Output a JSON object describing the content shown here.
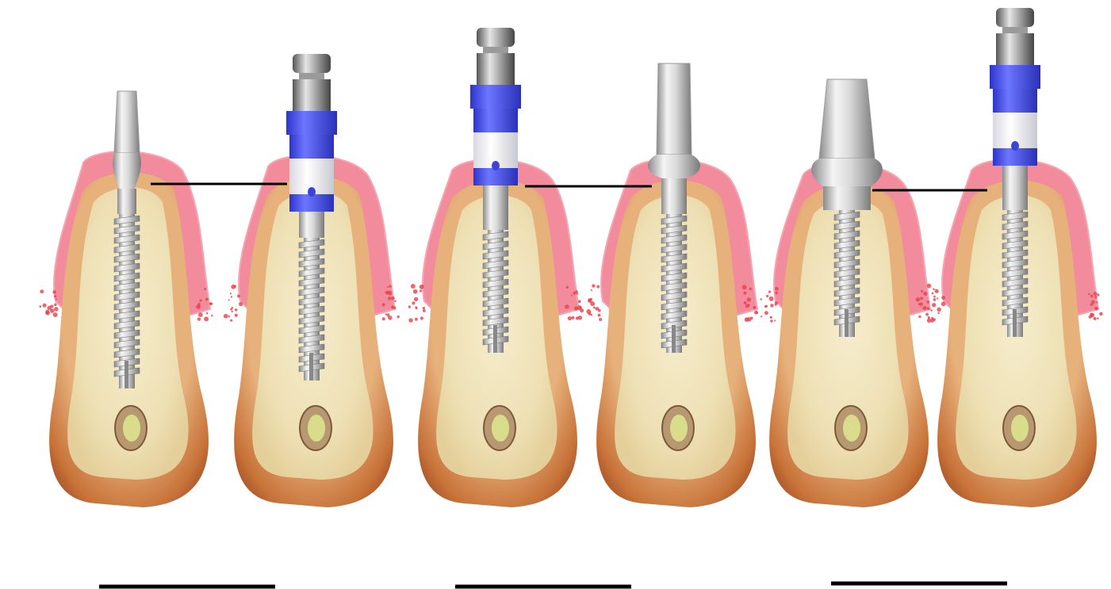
{
  "figure": {
    "panels": [
      {
        "pair": 1,
        "left_type": "straight-abutment",
        "right_type": "transfer-coping"
      },
      {
        "pair": 2,
        "left_type": "transfer-coping",
        "right_type": "straight-abutment"
      },
      {
        "pair": 3,
        "left_type": "tapered-abutment",
        "right_type": "transfer-coping"
      }
    ],
    "colors": {
      "gingiva": "#f28c9c",
      "gingiva_edge": "#e8404a",
      "bone_inner": "#f2e6bd",
      "bone_outer": "#c9763c",
      "bone_mid": "#dfaa73",
      "metal": "#c9c9c9",
      "coping_blue": "#4a54e6",
      "line": "#000000"
    }
  }
}
